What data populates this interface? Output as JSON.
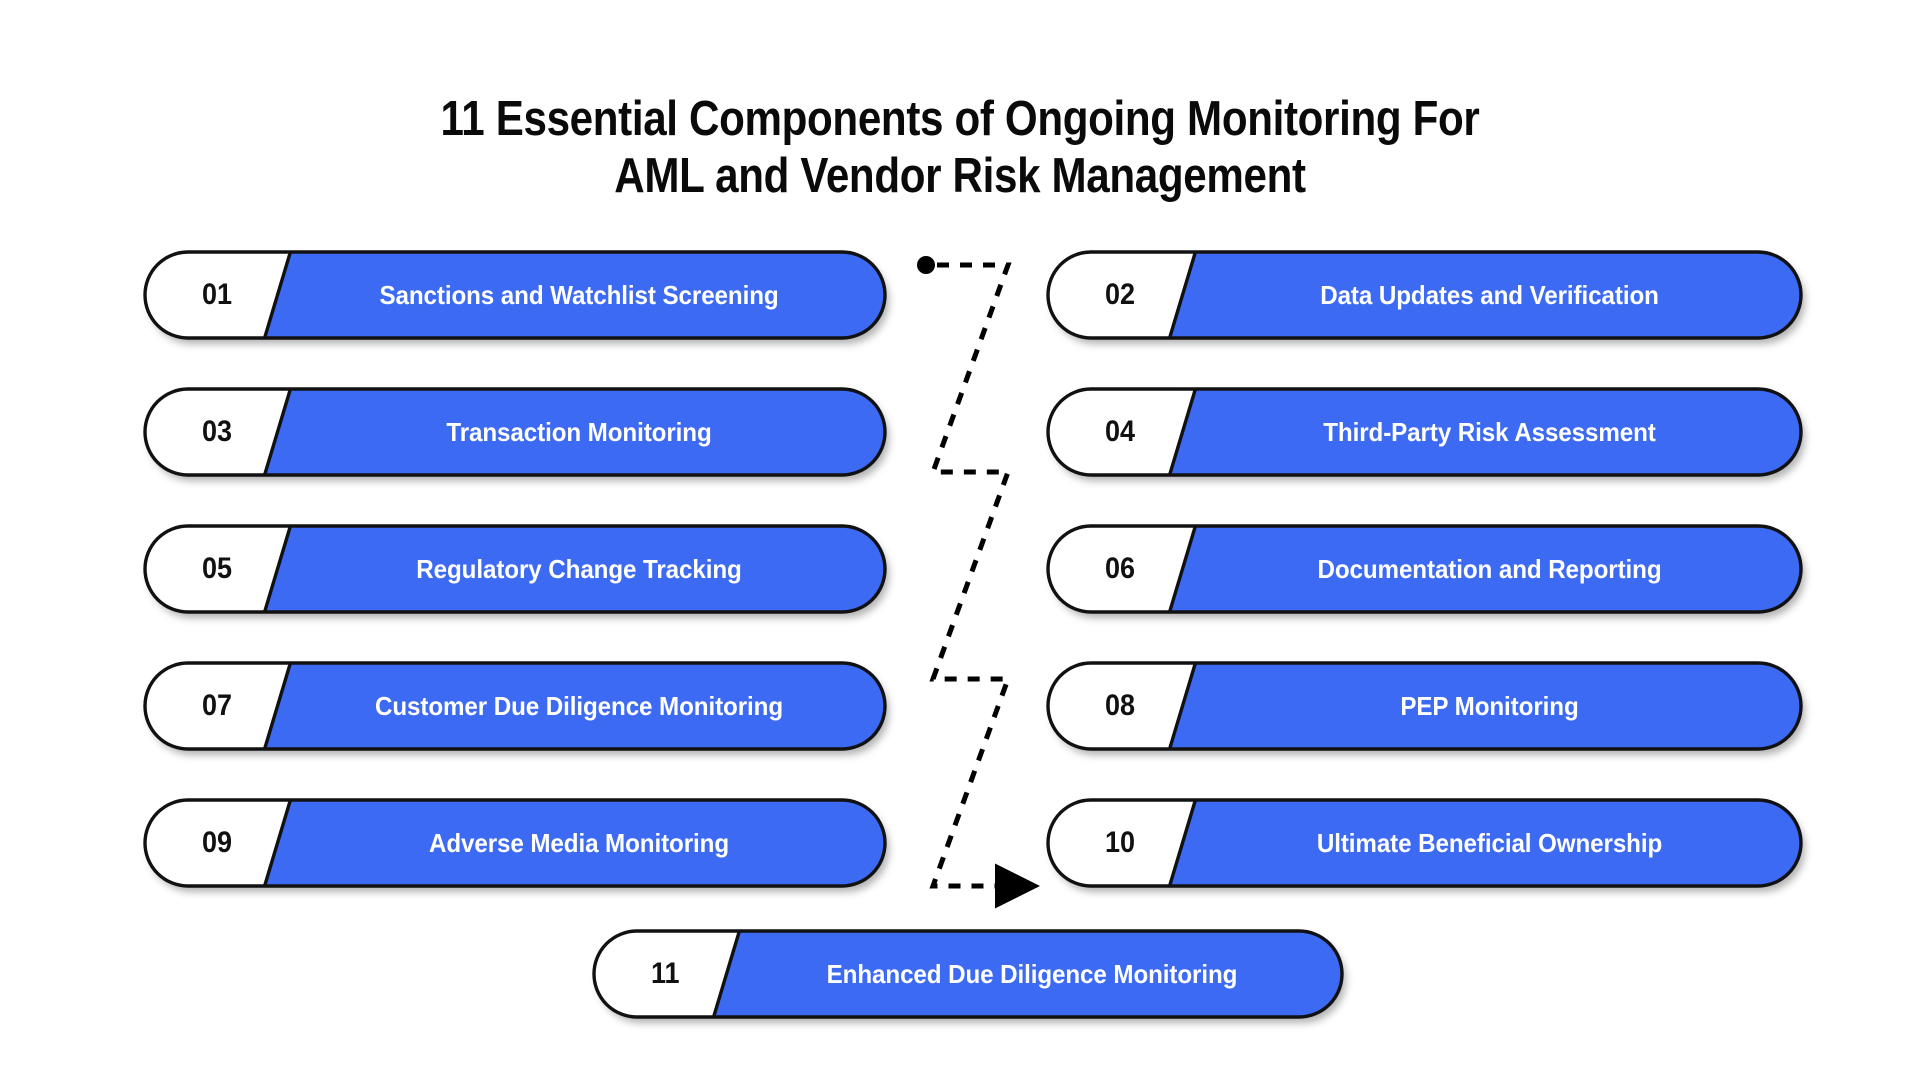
{
  "page": {
    "background": "#ffffff",
    "title": "11 Essential Components of Ongoing Monitoring For\nAML and Vendor Risk Management"
  },
  "colors": {
    "accent_blue": "#3d6af2",
    "card_white": "#ffffff",
    "outline": "#111111",
    "title_text": "#0a0a0a",
    "label_text": "#ffffff",
    "number_text": "#111111",
    "connector": "#000000"
  },
  "cards": [
    {
      "number": "01",
      "label": "Sanctions and Watchlist Screening",
      "column": "left",
      "row": 1
    },
    {
      "number": "02",
      "label": "Data Updates and Verification",
      "column": "right",
      "row": 1
    },
    {
      "number": "03",
      "label": "Transaction Monitoring",
      "column": "left",
      "row": 2
    },
    {
      "number": "04",
      "label": "Third-Party Risk Assessment",
      "column": "right",
      "row": 2
    },
    {
      "number": "05",
      "label": "Regulatory Change Tracking",
      "column": "left",
      "row": 3
    },
    {
      "number": "06",
      "label": "Documentation and Reporting",
      "column": "right",
      "row": 3
    },
    {
      "number": "07",
      "label": "Customer Due Diligence Monitoring",
      "column": "left",
      "row": 4
    },
    {
      "number": "08",
      "label": "PEP Monitoring",
      "column": "right",
      "row": 4
    },
    {
      "number": "09",
      "label": "Adverse Media Monitoring",
      "column": "left",
      "row": 5
    },
    {
      "number": "10",
      "label": "Ultimate Beneficial Ownership",
      "column": "right",
      "row": 5
    },
    {
      "number": "11",
      "label": "Enhanced Due Diligence Monitoring",
      "column": "center",
      "row": 6
    }
  ],
  "connector": {
    "style": "dashed-zigzag",
    "start_marker": "dot",
    "end_marker": "arrowhead",
    "segments": 3
  }
}
